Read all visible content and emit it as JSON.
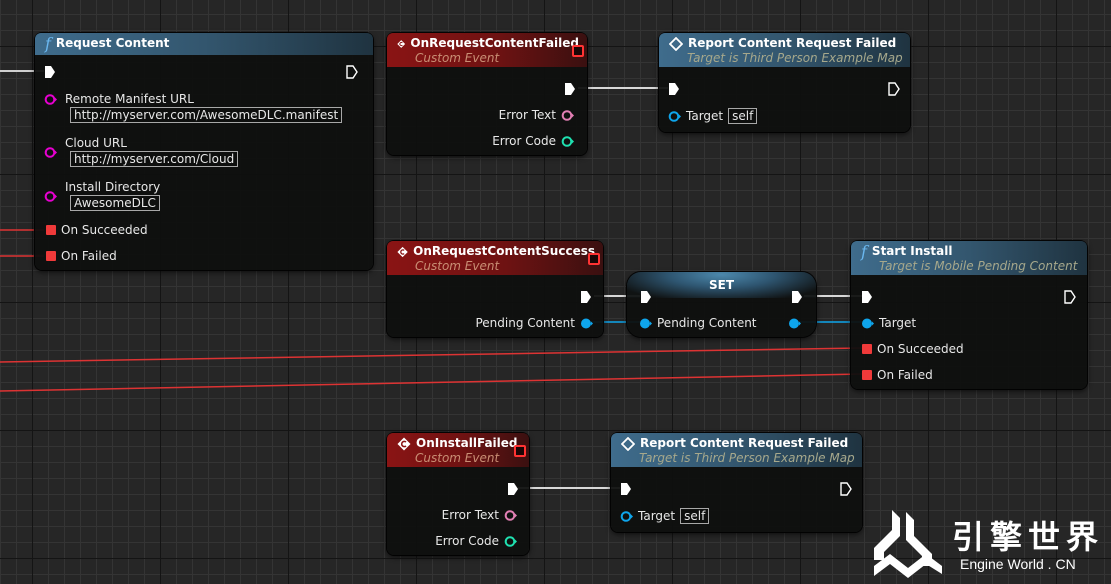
{
  "graph": {
    "nodes": {
      "request_content": {
        "title": "Request Content",
        "icon": "function-icon",
        "pins": {
          "remote_manifest_url": {
            "label": "Remote Manifest URL",
            "value": "http://myserver.com/AwesomeDLC.manifest"
          },
          "cloud_url": {
            "label": "Cloud URL",
            "value": "http://myserver.com/Cloud"
          },
          "install_directory": {
            "label": "Install Directory",
            "value": "AwesomeDLC"
          },
          "on_succeeded": {
            "label": "On Succeeded"
          },
          "on_failed": {
            "label": "On Failed"
          }
        }
      },
      "on_request_content_failed": {
        "title": "OnRequestContentFailed",
        "subtitle": "Custom Event",
        "icon": "event-icon",
        "pins": {
          "error_text": {
            "label": "Error Text"
          },
          "error_code": {
            "label": "Error Code"
          }
        }
      },
      "report_failed_1": {
        "title": "Report Content Request Failed",
        "subtitle": "Target is Third Person Example Map",
        "icon": "event-icon",
        "pins": {
          "target": {
            "label": "Target",
            "value": "self"
          }
        }
      },
      "on_request_content_success": {
        "title": "OnRequestContentSuccess",
        "subtitle": "Custom Event",
        "icon": "event-icon",
        "pins": {
          "pending_content": {
            "label": "Pending Content"
          }
        }
      },
      "set": {
        "title": "SET",
        "pins": {
          "pending_content": {
            "label": "Pending Content"
          }
        }
      },
      "start_install": {
        "title": "Start Install",
        "subtitle": "Target is Mobile Pending Content",
        "icon": "function-icon",
        "pins": {
          "target": {
            "label": "Target"
          },
          "on_succeeded": {
            "label": "On Succeeded"
          },
          "on_failed": {
            "label": "On Failed"
          }
        }
      },
      "on_install_failed": {
        "title": "OnInstallFailed",
        "subtitle": "Custom Event",
        "icon": "event-icon",
        "pins": {
          "error_text": {
            "label": "Error Text"
          },
          "error_code": {
            "label": "Error Code"
          }
        }
      },
      "report_failed_2": {
        "title": "Report Content Request Failed",
        "subtitle": "Target is Third Person Example Map",
        "icon": "event-icon",
        "pins": {
          "target": {
            "label": "Target",
            "value": "self"
          }
        }
      }
    }
  },
  "watermark": {
    "chinese": "引擎世界",
    "english": "Engine World . CN"
  },
  "colors": {
    "exec_wire": "#d8d8d8",
    "object_pin": "#0ea5ec",
    "string_pin": "#f0a",
    "text_pin": "#e27fb4",
    "int_pin": "#1fe0b0",
    "delegate_pin": "#f03a3a",
    "function_header": "#3f6c8c",
    "event_header": "#8a1414"
  }
}
